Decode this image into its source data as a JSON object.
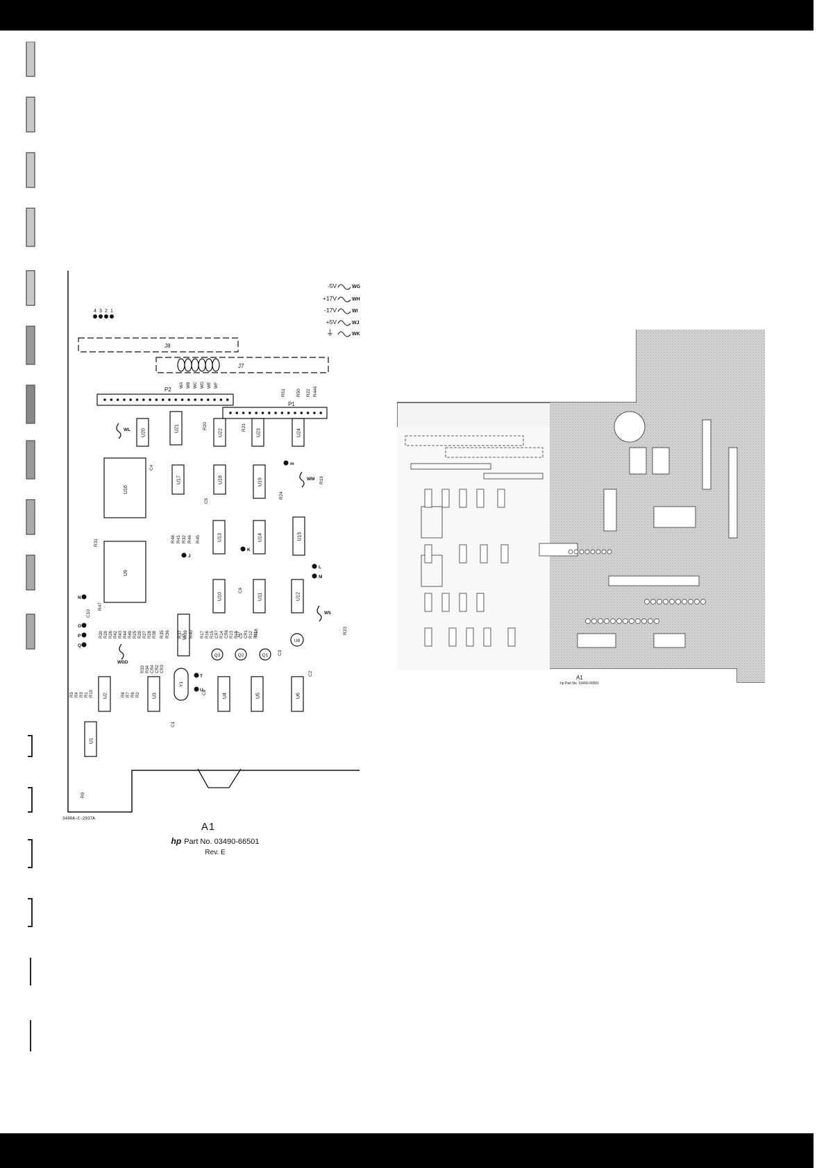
{
  "assembly": "A1",
  "part_prefix": "hp",
  "part_number": "Part No. 03490-66501",
  "revision": "Rev. E",
  "drawing_number": "3490A-C-2937A",
  "photo_caption": {
    "assembly": "A1",
    "part_number": "hp Part No. 03490-66501"
  },
  "power_labels": [
    "-5V",
    "+17V",
    "-17V",
    "+5V",
    "⏚"
  ],
  "power_wires": [
    "WG",
    "WH",
    "WI",
    "WJ",
    "WK"
  ],
  "pin_numbers": [
    "4",
    "3",
    "2",
    "1"
  ],
  "connectors": [
    "J8",
    "J7",
    "P2",
    "P1"
  ],
  "wire_labels": [
    "WA",
    "WB",
    "WC",
    "WD",
    "WE",
    "WF"
  ],
  "ics": [
    "U20",
    "U21",
    "U22",
    "U23",
    "U24",
    "U16",
    "U17",
    "U18",
    "U19",
    "U13",
    "U14",
    "U15",
    "U9",
    "U10",
    "U11",
    "U12",
    "U7",
    "U2",
    "U3",
    "U4",
    "U5",
    "U6",
    "U1"
  ],
  "transistors": [
    "Q3",
    "Q2",
    "Q1",
    "U8"
  ],
  "crystal": "Y1",
  "test_points": [
    "J",
    "K",
    "L",
    "M",
    "N",
    "O",
    "P",
    "Q",
    "T",
    "U",
    "m"
  ],
  "jumpers": [
    "WL",
    "WM",
    "WDD",
    "W5"
  ],
  "component_labels": {
    "r51": "R51",
    "r50": "R50",
    "r22": "R22",
    "r46": "R446",
    "r20": "R20",
    "r21": "R21",
    "r24": "R24",
    "r19": "R19",
    "c4": "C4",
    "c5": "C5",
    "c6": "C6",
    "c7": "C7",
    "c8": "C8",
    "c1": "C1",
    "c2": "C2",
    "c3": "C3",
    "c10": "C10",
    "r31": "R31",
    "r47": "R47",
    "r48": "R48",
    "r41": "R41",
    "r32": "R32",
    "r46b": "R46",
    "r45": "R45",
    "r35": "R35",
    "r36": "R36",
    "r37": "R37",
    "r39": "R39",
    "r40": "R40",
    "r18": "R18",
    "r23": "R23",
    "r9": "R9"
  },
  "left_col_labels": [
    "R30",
    "R29",
    "R26",
    "R42",
    "R43",
    "R44",
    "R49",
    "R25",
    "R29",
    "R27",
    "R28",
    "R38"
  ],
  "mid_col_labels": [
    "R33",
    "R34",
    "CR4",
    "CR2",
    "CR3"
  ],
  "r_group_17": [
    "R17",
    "R16",
    "R15",
    "CR7",
    "R14",
    "CR6",
    "R13",
    "R15",
    "C9",
    "CR1",
    "R12",
    "R11"
  ],
  "r_group_5": [
    "R5",
    "R4",
    "R3",
    "R1",
    "R10"
  ],
  "r_group_8": [
    "R8",
    "R7",
    "R6",
    "R2"
  ]
}
